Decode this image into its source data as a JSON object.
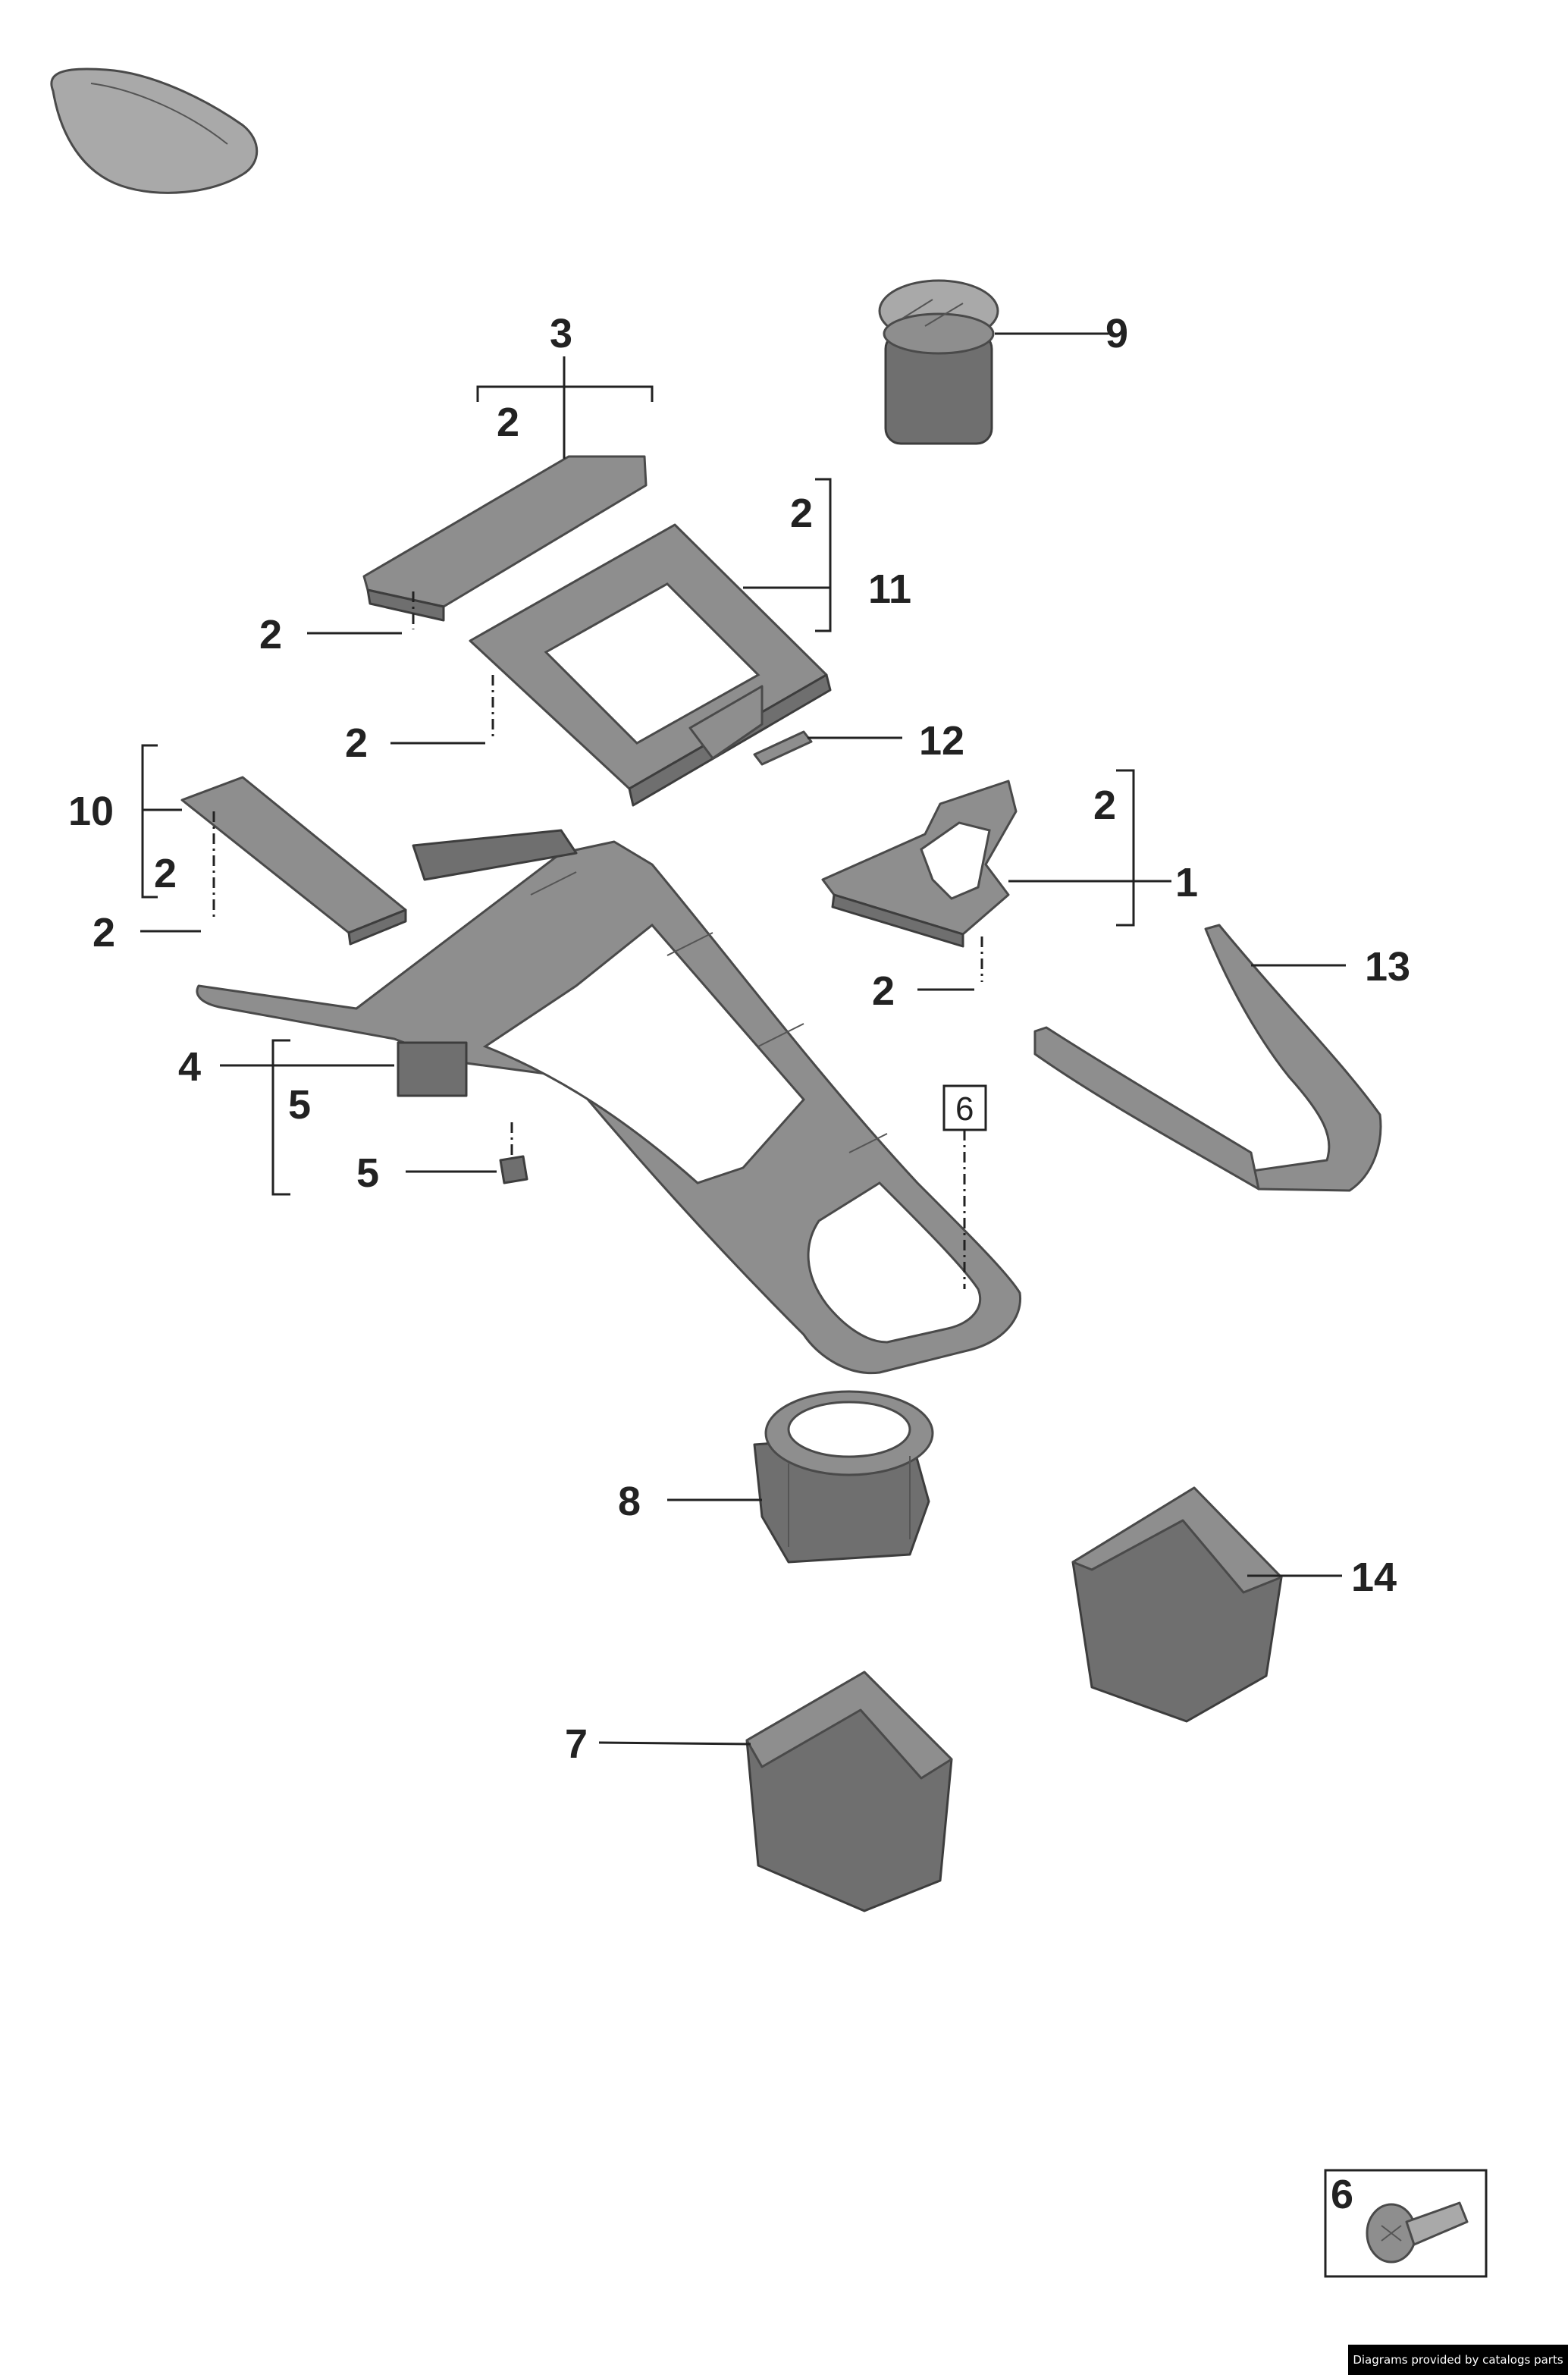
{
  "diagram": {
    "callouts": [
      {
        "id": "c3",
        "text": "3"
      },
      {
        "id": "c3-2",
        "text": "2"
      },
      {
        "id": "c9",
        "text": "9"
      },
      {
        "id": "c11-2",
        "text": "2"
      },
      {
        "id": "c11",
        "text": "11"
      },
      {
        "id": "c2-a",
        "text": "2"
      },
      {
        "id": "c2-b",
        "text": "2"
      },
      {
        "id": "c12",
        "text": "12"
      },
      {
        "id": "c10",
        "text": "10"
      },
      {
        "id": "c10-2",
        "text": "2"
      },
      {
        "id": "c2-c",
        "text": "2"
      },
      {
        "id": "c1-2",
        "text": "2"
      },
      {
        "id": "c1",
        "text": "1"
      },
      {
        "id": "c2-d",
        "text": "2"
      },
      {
        "id": "c13",
        "text": "13"
      },
      {
        "id": "c4",
        "text": "4"
      },
      {
        "id": "c4-5",
        "text": "5"
      },
      {
        "id": "c5",
        "text": "5"
      },
      {
        "id": "c6-boxed",
        "text": "6"
      },
      {
        "id": "c8",
        "text": "8"
      },
      {
        "id": "c14",
        "text": "14"
      },
      {
        "id": "c7",
        "text": "7"
      }
    ],
    "inset": {
      "label": "6"
    },
    "footer": "Diagrams provided by catalogs parts"
  }
}
